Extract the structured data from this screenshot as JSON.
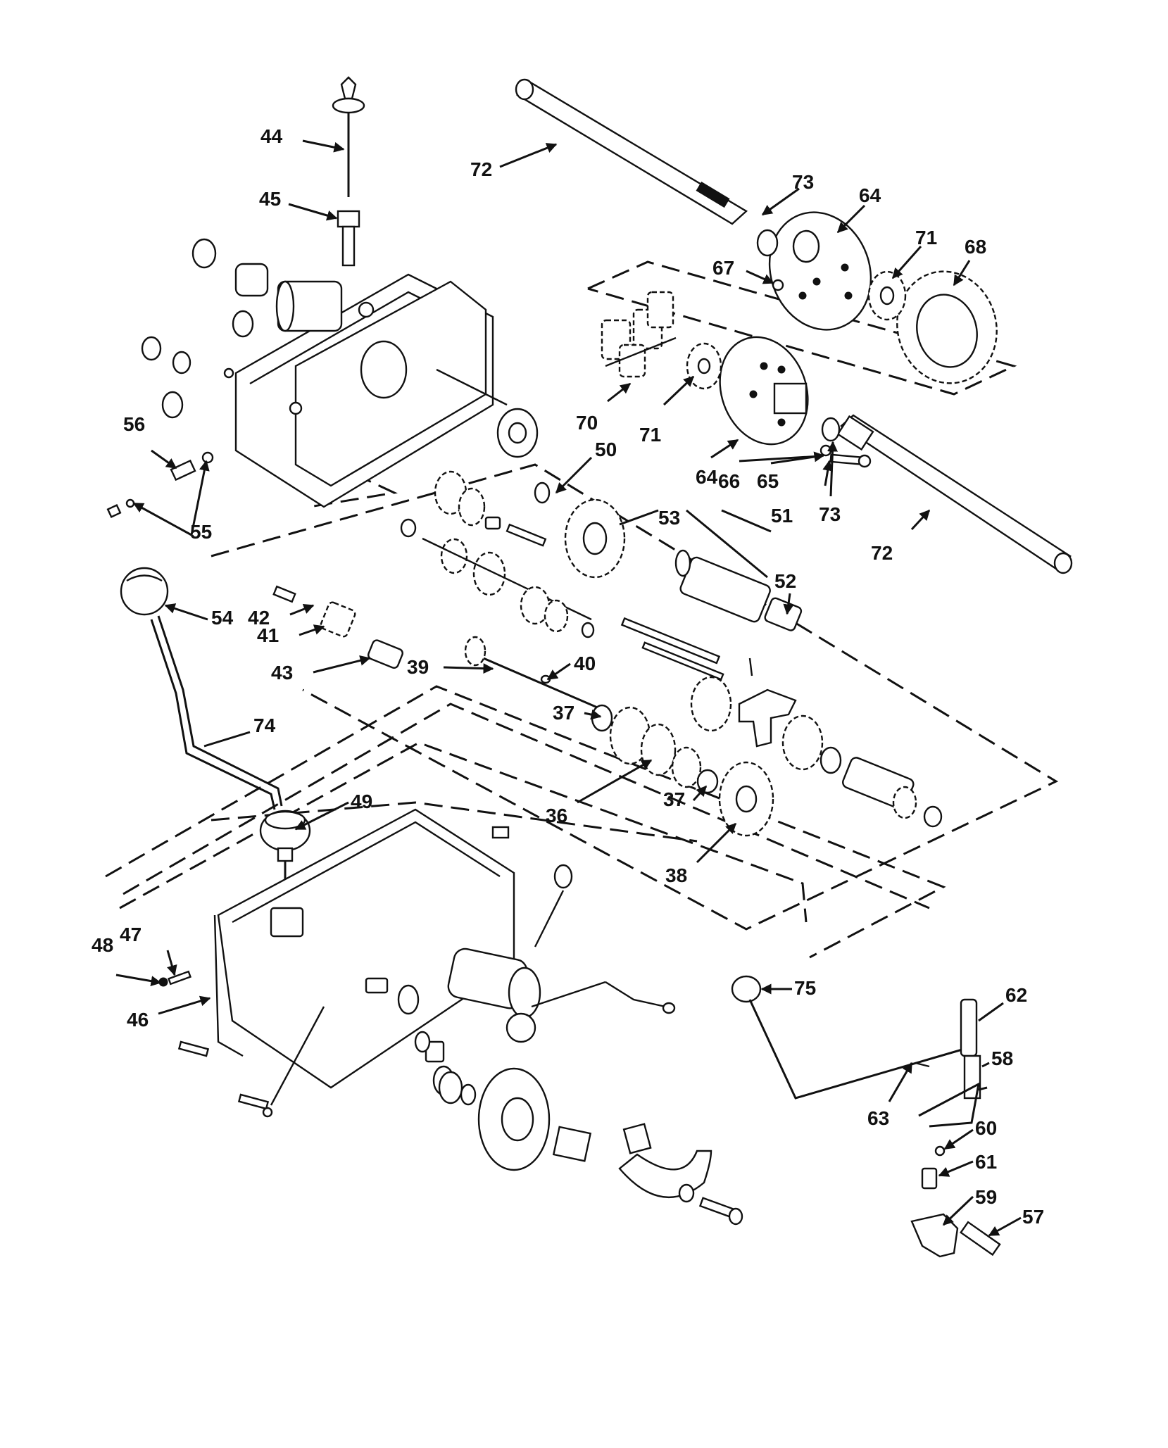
{
  "callouts": [
    "72",
    "73",
    "64",
    "71",
    "68",
    "67",
    "70",
    "71",
    "64",
    "66",
    "65",
    "73",
    "72",
    "44",
    "45",
    "56",
    "55",
    "50",
    "53",
    "51",
    "52",
    "54",
    "42",
    "41",
    "43",
    "39",
    "40",
    "37",
    "74",
    "36",
    "37",
    "38",
    "49",
    "48",
    "47",
    "46",
    "75",
    "62",
    "58",
    "63",
    "60",
    "61",
    "59",
    "57"
  ]
}
